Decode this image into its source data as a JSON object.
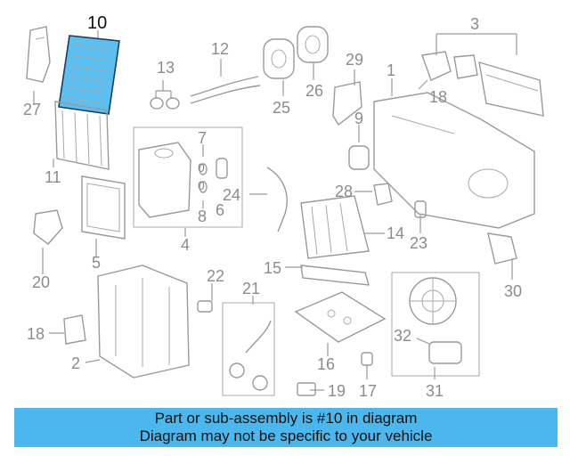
{
  "callouts": [
    "10",
    "27",
    "11",
    "5",
    "20",
    "18",
    "2",
    "13",
    "12",
    "25",
    "26",
    "7",
    "0",
    "0",
    "8",
    "6",
    "4",
    "24",
    "22",
    "21",
    "29",
    "1",
    "9",
    "28",
    "3",
    "18",
    "14",
    "15",
    "16",
    "17",
    "19",
    "23",
    "30",
    "32",
    "31"
  ],
  "highlight_part": "10",
  "banner": {
    "line1": "Part or sub-assembly is #10 in diagram",
    "line2": "Diagram may not be specific to your vehicle",
    "color": "#4ab8ee"
  },
  "highlight_color": "#5bc0ef"
}
